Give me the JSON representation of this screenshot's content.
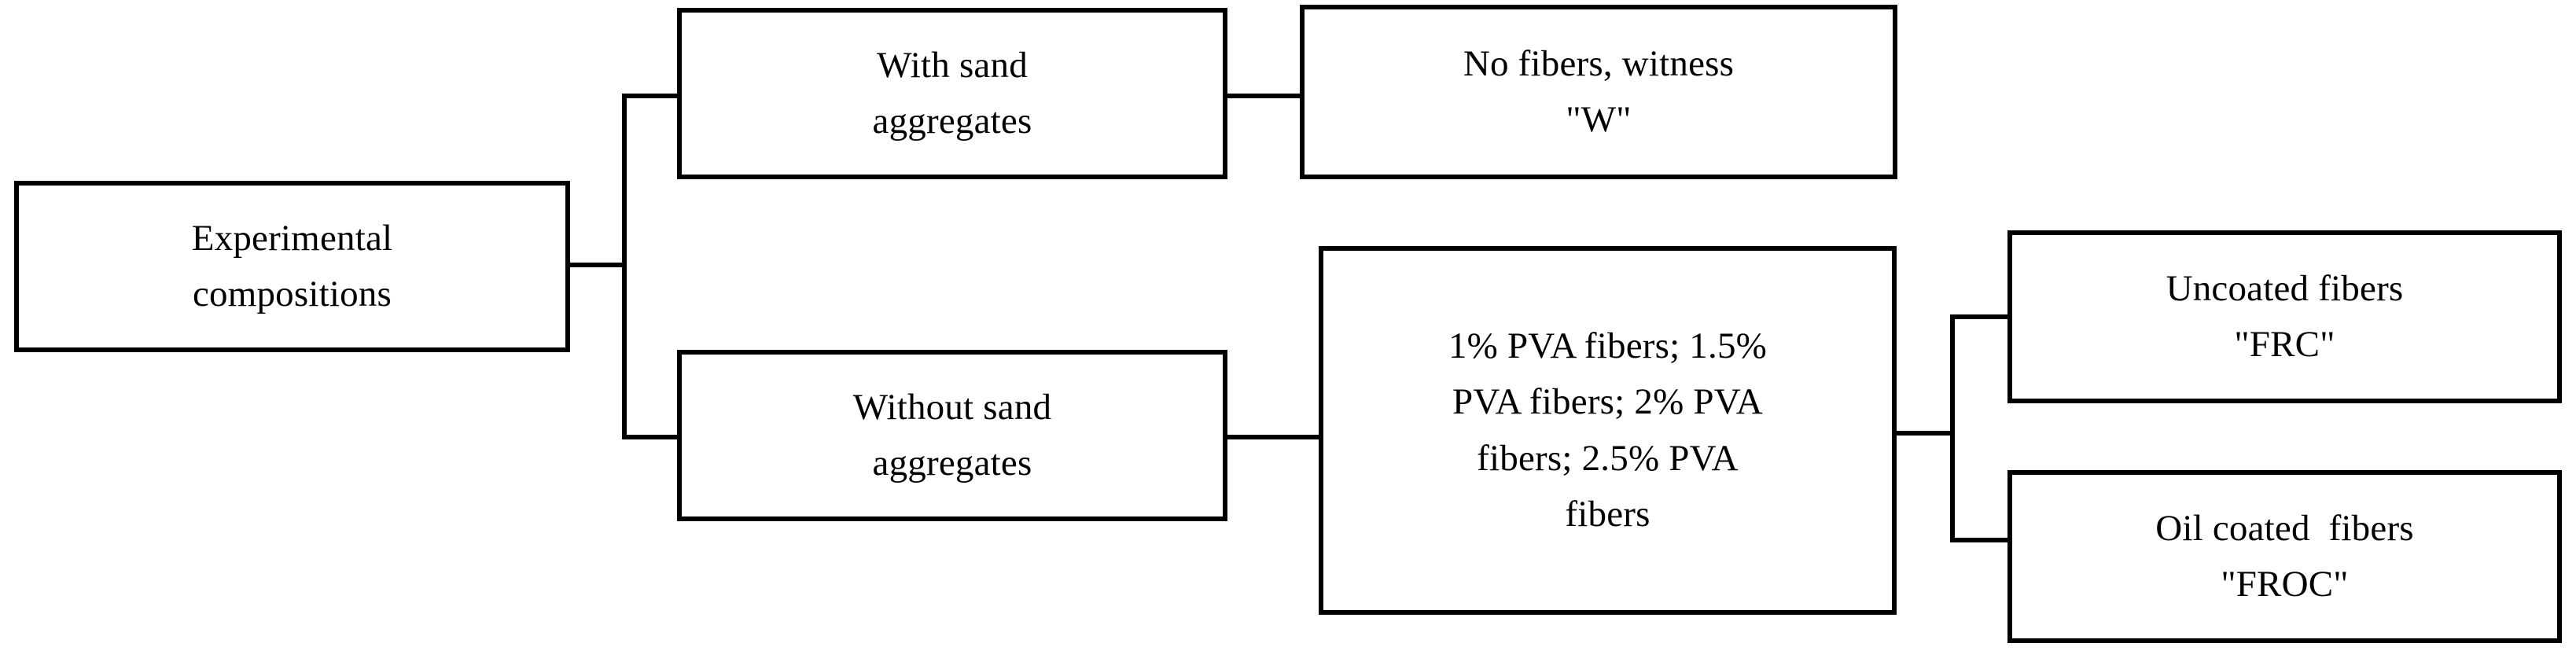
{
  "diagram": {
    "title": "Experimental compositions flowchart",
    "type": "tree-flowchart",
    "orientation": "left-to-right",
    "style": {
      "box_fill": "#ffffff",
      "box_stroke": "#000000",
      "connector_color": "#000000",
      "background": "#ffffff",
      "text_color": "#000000"
    },
    "nodes": {
      "root": {
        "id": "root",
        "line1": "Experimental",
        "line2": "compositions"
      },
      "with_sand": {
        "id": "with-sand-aggregates",
        "line1": "With sand",
        "line2": "aggregates"
      },
      "without_sand": {
        "id": "without-sand-aggregates",
        "line1": "Without sand",
        "line2": "aggregates"
      },
      "witness": {
        "id": "no-fibers-witness",
        "line1": "No fibers, witness",
        "line2": "\"W\""
      },
      "pva": {
        "id": "pva-fiber-dosages",
        "line1": "1% PVA fibers; 1.5%",
        "line2": "PVA fibers; 2% PVA",
        "line3": "fibers; 2.5% PVA",
        "line4": "fibers"
      },
      "uncoated": {
        "id": "uncoated-fibers-frc",
        "line1": "Uncoated fibers",
        "line2": "\"FRC\""
      },
      "oil_coated": {
        "id": "oil-coated-fibers-froc",
        "line1": "Oil coated  fibers",
        "line2": "\"FROC\""
      }
    },
    "edges": [
      {
        "from": "root",
        "to": "with_sand"
      },
      {
        "from": "root",
        "to": "without_sand"
      },
      {
        "from": "with_sand",
        "to": "witness"
      },
      {
        "from": "without_sand",
        "to": "pva"
      },
      {
        "from": "pva",
        "to": "uncoated"
      },
      {
        "from": "pva",
        "to": "oil_coated"
      }
    ]
  }
}
